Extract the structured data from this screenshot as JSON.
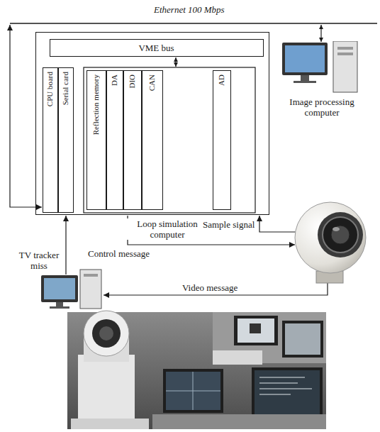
{
  "diagram": {
    "nodes": [
      {
        "text": [
          "Loop simulation computer"
        ]
      },
      {
        "text": [
          "VME bus"
        ],
        "in": 0
      },
      {
        "text": [
          "CPU board"
        ],
        "in": 0
      },
      {
        "text": [
          "Serial card"
        ],
        "in": 0
      },
      {
        "text": [
          "Reflection memory"
        ],
        "in": 0
      },
      {
        "text": [
          "DA"
        ],
        "in": 0
      },
      {
        "text": [
          "DIO"
        ],
        "in": 0
      },
      {
        "text": [
          "CAN"
        ],
        "in": 0
      },
      {
        "text": [
          "AD"
        ],
        "in": 0
      },
      {
        "text": [
          "Image processing computer"
        ]
      }
    ],
    "labels": [
      "Ethernet 100 Mbps",
      "Sample signal",
      "Control message",
      "TV tracker miss",
      "Video message"
    ]
  }
}
